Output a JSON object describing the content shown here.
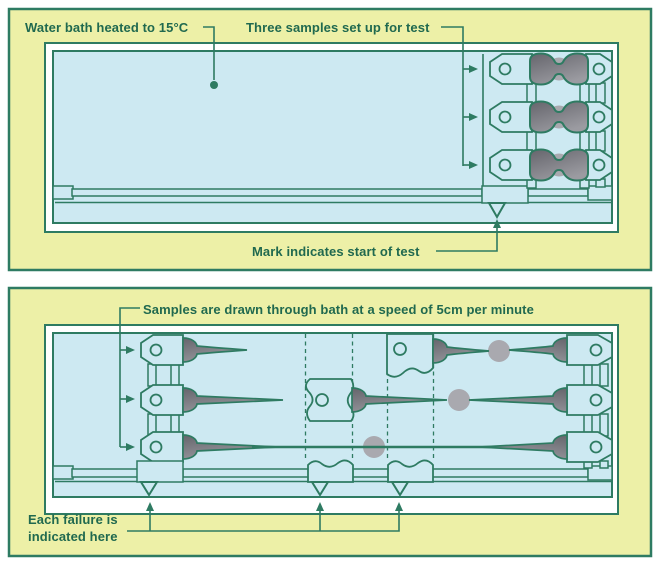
{
  "diagram_title": "Ductility test in water bath - setup and drawing of samples",
  "colors": {
    "panel_background": "#EDF0A7",
    "water": "#CDE9F2",
    "line_green": "#2E7B62",
    "text_green": "#20694F",
    "sample_gray_dark": "#6A6A71",
    "sample_gray_light": "#9B9BA1",
    "marker_gray": "#A9A9AF",
    "bath_wall_white": "#FFFFFF"
  },
  "upper_panel": {
    "labels": {
      "water_bath": "Water bath heated to 15°C",
      "samples_setup": "Three samples set up for test",
      "start_mark": "Mark indicates start of test"
    },
    "sample_count": 3
  },
  "lower_panel": {
    "labels": {
      "draw_speed": "Samples are drawn through bath at a speed of 5cm per minute",
      "failure_line1": "Each failure is",
      "failure_line2": "indicated here"
    },
    "failure_marks": 3
  }
}
